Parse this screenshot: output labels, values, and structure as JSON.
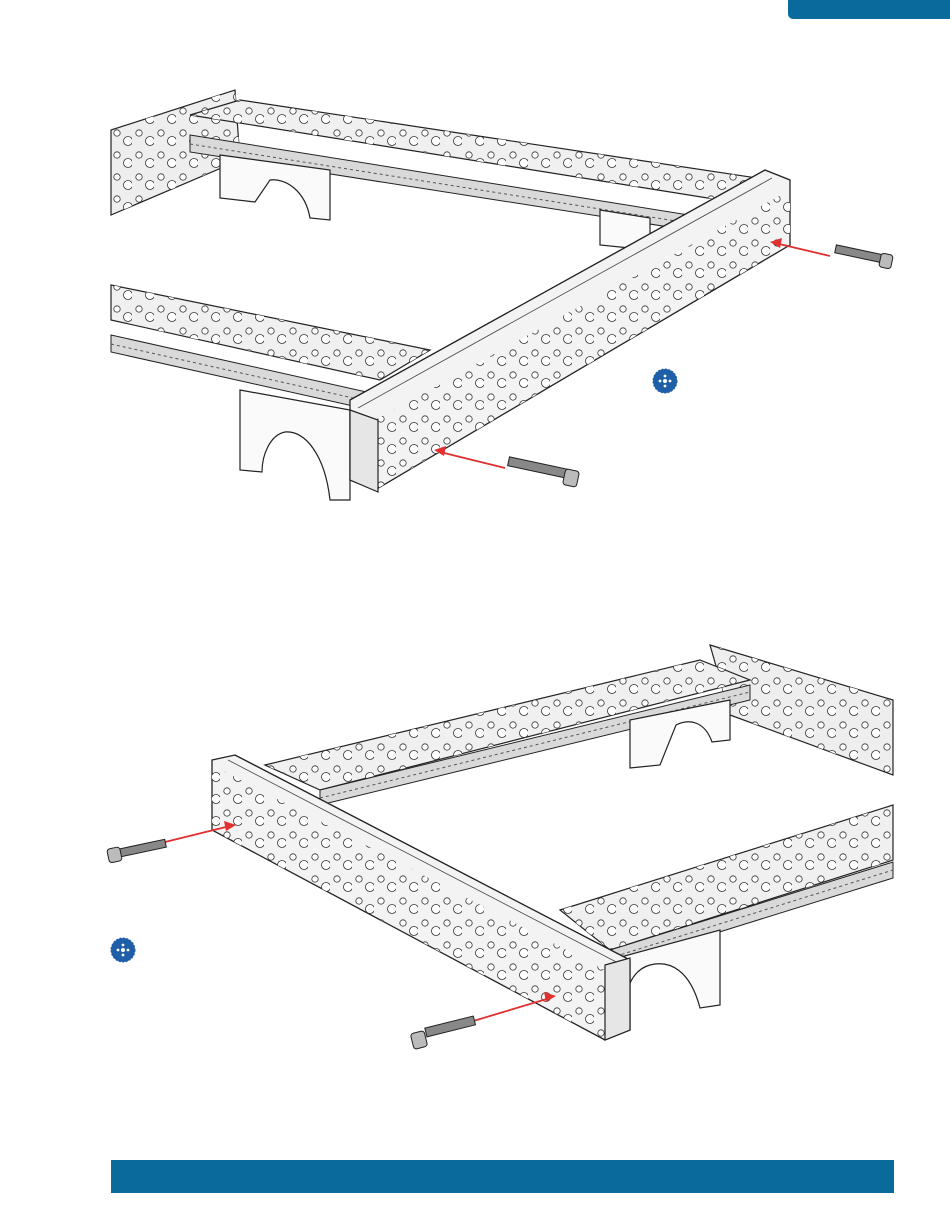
{
  "page": {
    "accent_color": "#0a6a9b",
    "arrow_color": "#e03030",
    "icons": [
      "gear-icon",
      "gear-icon"
    ],
    "steps": [
      {
        "name": "assembly-step-top",
        "arrows": 2,
        "screws": 2
      },
      {
        "name": "assembly-step-bottom",
        "arrows": 2,
        "screws": 2
      }
    ]
  }
}
